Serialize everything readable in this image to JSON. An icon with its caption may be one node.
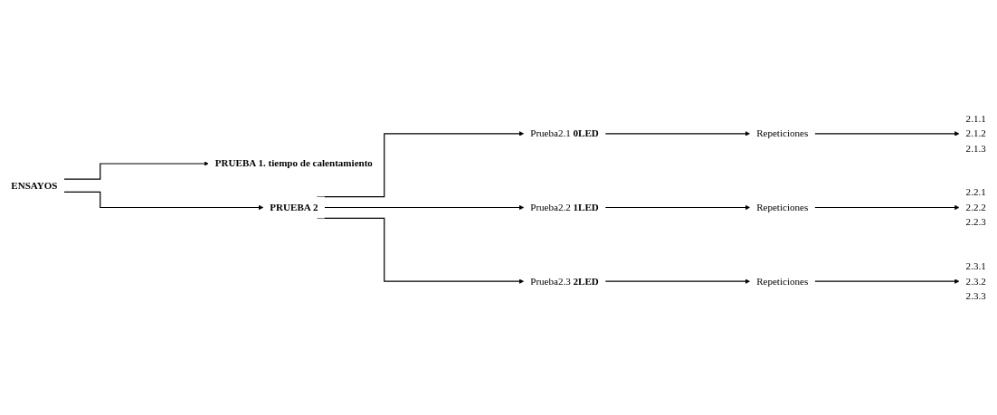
{
  "diagram": {
    "nodes": [
      {
        "text": [
          "ENSAYOS"
        ]
      },
      {
        "text": [
          "PRUEBA 1. tiempo de calentamiento"
        ]
      },
      {
        "text": [
          "PRUEBA 2"
        ]
      },
      {
        "text": [
          "Prueba2.1 **0LED**"
        ]
      },
      {
        "text": [
          "Repeticiones"
        ]
      },
      {
        "text": [
          "2.1.1",
          "2.1.2",
          "2.1.3"
        ]
      },
      {
        "text": [
          "Prueba2.2 **1LED**"
        ]
      },
      {
        "text": [
          "Repeticiones"
        ]
      },
      {
        "text": [
          "2.2.1",
          "2.2.2",
          "2.2.3"
        ]
      },
      {
        "text": [
          "Prueba2.3 **2LED**"
        ]
      },
      {
        "text": [
          "Repeticiones"
        ]
      },
      {
        "text": [
          "2.3.1",
          "2.3.2",
          "2.3.3"
        ]
      }
    ],
    "edges": [
      {
        "from": 0,
        "to": 1,
        "arrow": "to"
      },
      {
        "from": 0,
        "to": 2,
        "arrow": "to"
      },
      {
        "from": 2,
        "to": 3,
        "arrow": "to"
      },
      {
        "from": 2,
        "to": 6,
        "arrow": "to"
      },
      {
        "from": 2,
        "to": 9,
        "arrow": "to"
      },
      {
        "from": 3,
        "to": 4,
        "arrow": "to"
      },
      {
        "from": 4,
        "to": 5,
        "arrow": "to"
      },
      {
        "from": 6,
        "to": 7,
        "arrow": "to"
      },
      {
        "from": 7,
        "to": 8,
        "arrow": "to"
      },
      {
        "from": 9,
        "to": 10,
        "arrow": "to"
      },
      {
        "from": 10,
        "to": 11,
        "arrow": "to"
      }
    ]
  }
}
